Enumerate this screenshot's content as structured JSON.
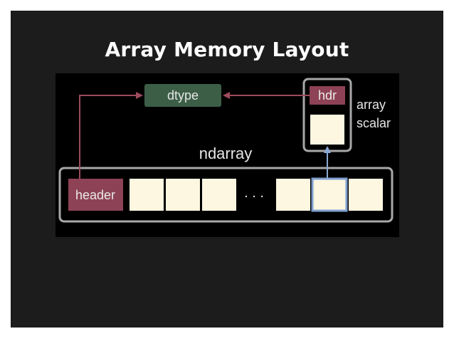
{
  "slide": {
    "title": "Array Memory Layout"
  },
  "diagram": {
    "dtype_label": "dtype",
    "hdr_label": "hdr",
    "array_scalar_line1": "array",
    "array_scalar_line2": "scalar",
    "ndarray_label": "ndarray",
    "header_label": "header",
    "ellipsis": ". . .",
    "colors": {
      "dtype_fill": "#3c5e47",
      "header_fill": "#8e4255",
      "cell_fill": "#fdf6e1",
      "highlight_border": "#7f9fd0",
      "container_border": "#a8a8a8",
      "arrow_header": "#9e4a5d",
      "arrow_scalar": "#8aa8d4"
    }
  }
}
